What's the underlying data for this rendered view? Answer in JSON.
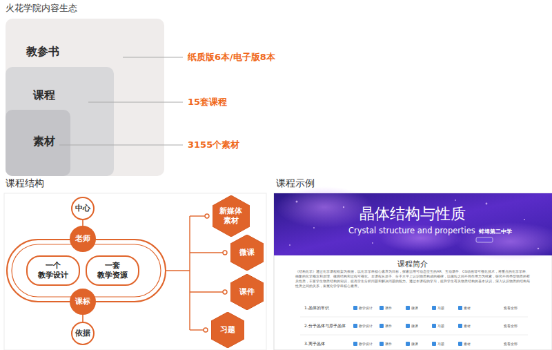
{
  "diagram": {
    "title": "火花学院内容生态",
    "nodes": [
      {
        "text": [
          "教参书"
        ]
      },
      {
        "text": [
          "课程"
        ],
        "in": 0
      },
      {
        "text": [
          "素材"
        ],
        "in": 1
      },
      {
        "text": [
          "中心"
        ]
      },
      {
        "text": [
          "老师"
        ]
      },
      {
        "text": [
          "一个 教学设计"
        ]
      },
      {
        "text": [
          "一套 教学资源"
        ]
      },
      {
        "text": [
          "课标"
        ]
      },
      {
        "text": [
          "依据"
        ]
      },
      {
        "text": [
          "新媒体 素材"
        ]
      },
      {
        "text": [
          "微课"
        ]
      },
      {
        "text": [
          "课件"
        ]
      },
      {
        "text": [
          "习题"
        ]
      }
    ],
    "edges": [
      {
        "from": 3,
        "to": 4,
        "arrow": "none"
      },
      {
        "from": 7,
        "to": 8,
        "arrow": "none"
      }
    ],
    "labels": [
      "纸质版6本/电子版8本",
      "15套课程",
      "3155个素材",
      "课程结构",
      "课程示例",
      "晶体结构与性质",
      "Crystal structure and properties",
      "蚌埠第二中学",
      "课程简介",
      "《结构化学》通过化学课程框架为依据，以化学学科核心素养为目标，探索运用可动态交互的AR、互动课件、CG动画等可视化技术，将重点的化学学科、抽象的化学概念和原理、微观结构和过程可视化。本课程从原子、分子水平上认识物质构成的规律，以微粒之间不同作用力为线索，研究不同类型物质的有关性质，丰富学生物质结构的知识，提高学生分析问题和解决问题的能力。通过本课程的学习，提升学生有关物质结构的基本认识，深入认识物质的结构与性质之间的关系，发展化学学科核心素养。",
      "1.晶体的常识",
      "教学设计",
      "课件",
      "微课",
      "习题",
      "素材",
      "查看全部",
      "2.分子晶体与原子晶体",
      "教学设计",
      "课件",
      "微课",
      "习题",
      "素材",
      "查看全部",
      "3.离子晶体",
      "教学设计",
      "课件",
      "微课",
      "习题",
      "素材",
      "查看全部"
    ]
  }
}
